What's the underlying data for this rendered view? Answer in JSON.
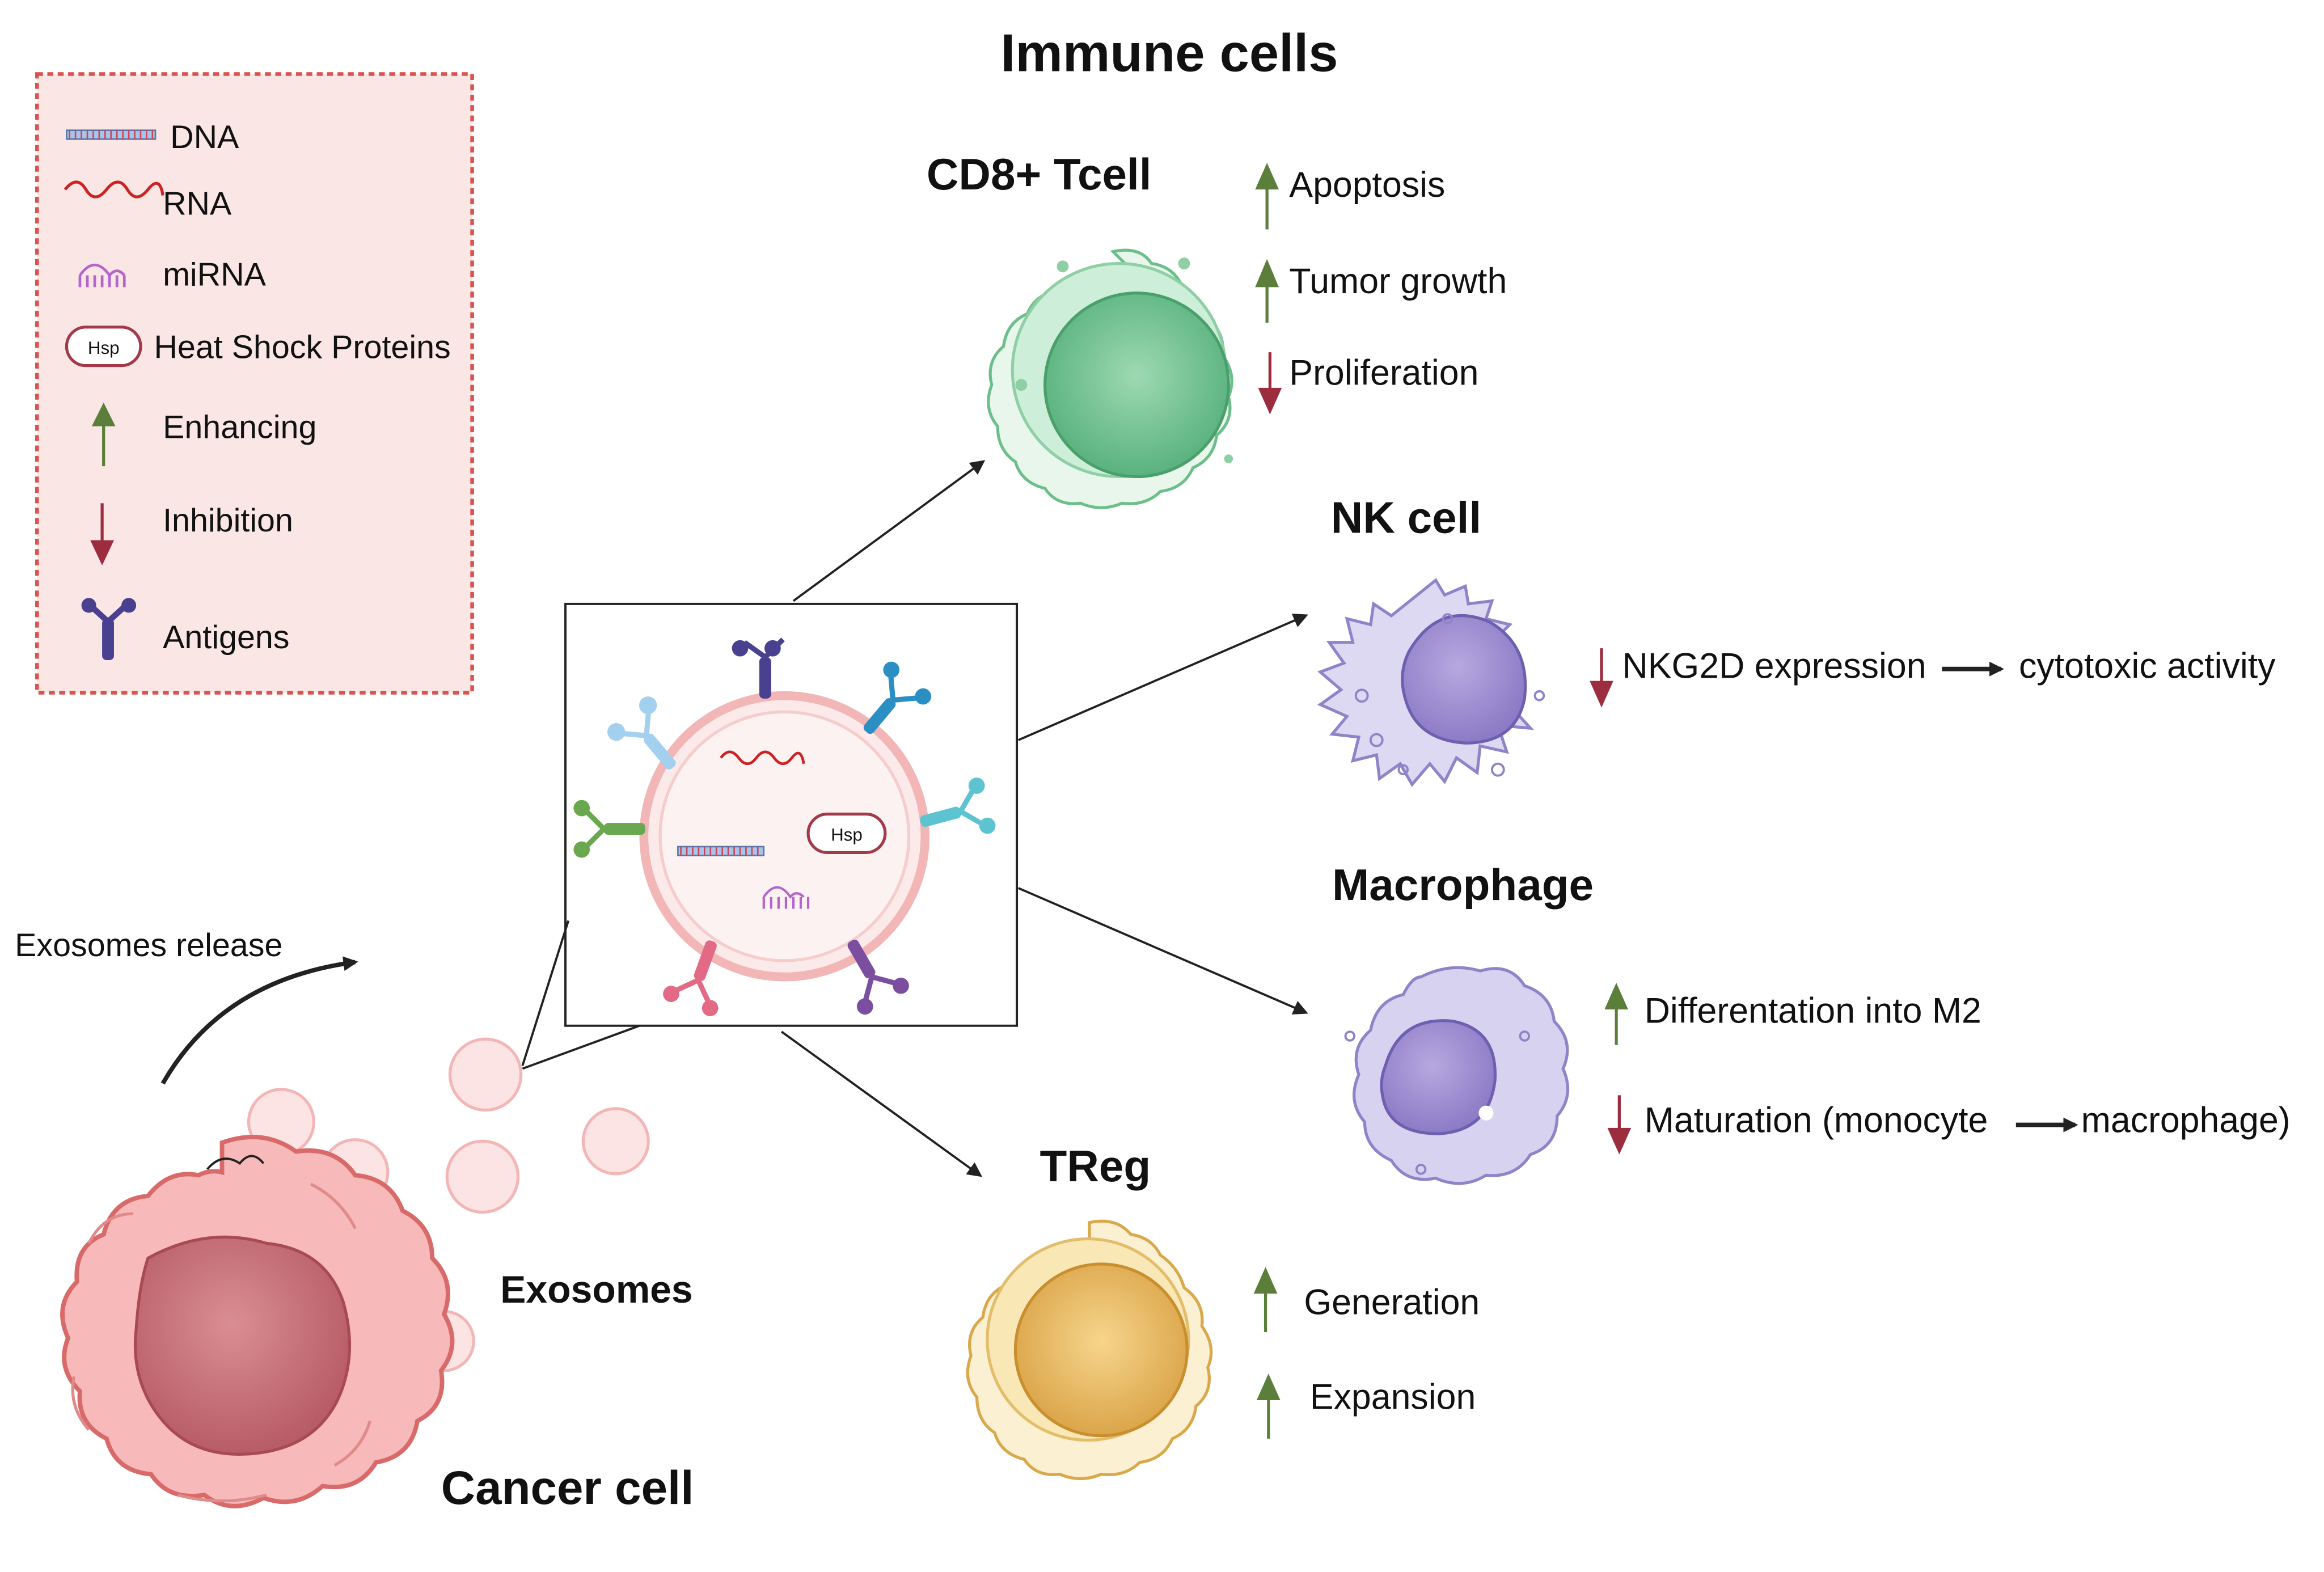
{
  "title": "Immune cells",
  "legend": {
    "dna": "DNA",
    "rna": "RNA",
    "mirna": "miRNA",
    "hsp_badge": "Hsp",
    "hsp": "Heat Shock Proteins",
    "enhancing": "Enhancing",
    "inhibition": "Inhibition",
    "antigens": "Antigens"
  },
  "exosome": {
    "hsp_badge": "Hsp"
  },
  "cancer": {
    "release_label": "Exosomes release",
    "exosomes_label": "Exosomes",
    "cell_label": "Cancer cell"
  },
  "cd8": {
    "label": "CD8+ Tcell",
    "effects": [
      "Apoptosis",
      "Tumor growth",
      "Proliferation"
    ]
  },
  "nk": {
    "label": "NK cell",
    "effect": "NKG2D expression",
    "result": "cytotoxic activity"
  },
  "macrophage": {
    "label": "Macrophage",
    "effect1": "Differentation into M2",
    "effect2_a": "Maturation (monocyte",
    "effect2_b": "macrophage)"
  },
  "treg": {
    "label": "TReg",
    "effects": [
      "Generation",
      "Expansion"
    ]
  },
  "colors": {
    "enhance": "#5b7f3a",
    "inhibit": "#9b2d3e",
    "legend_bg": "#fbe6e6",
    "legend_border": "#d9534f",
    "cd8": "#9fd8b3",
    "nk": "#c7c0e8",
    "macrophage": "#c2bde8",
    "treg": "#f4d88a",
    "cancer": "#f4a6a6"
  }
}
